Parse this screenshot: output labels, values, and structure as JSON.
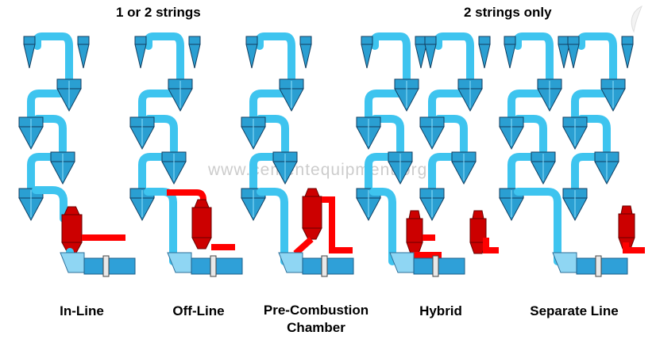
{
  "headers": {
    "left": "1 or 2 strings",
    "right": "2 strings only"
  },
  "captions": {
    "inline": "In-Line",
    "offline": "Off-Line",
    "precombustion_line1": "Pre-Combustion",
    "precombustion_line2": "Chamber",
    "hybrid": "Hybrid",
    "separate": "Separate Line"
  },
  "watermark": "www.cementequipment.org",
  "colors": {
    "duct": "#3ec4ef",
    "cyclone": "#2a9fd2",
    "cyclone_edge": "#123e60",
    "calciner": "#cc0000",
    "tertiary_air": "#ff0000",
    "kiln": "#2fa0d8"
  }
}
